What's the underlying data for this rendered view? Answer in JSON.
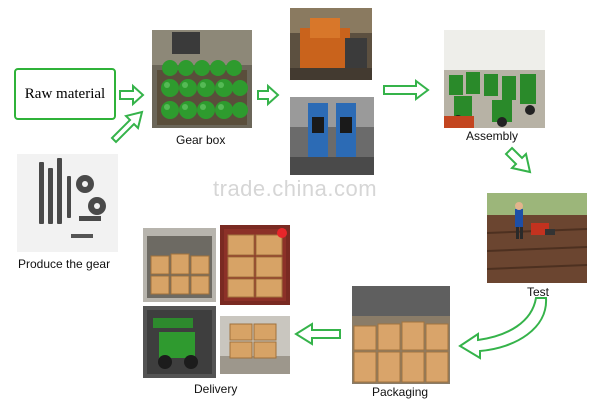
{
  "steps": {
    "raw_material": "Raw material",
    "gear_box": "Gear box",
    "assembly": "Assembly",
    "produce_gear": "Produce the gear",
    "test": "Test",
    "packaging": "Packaging",
    "delivery": "Delivery"
  },
  "watermark": "trade.china.com",
  "colors": {
    "arrow_green": "#35b34a",
    "box_border": "#2fb239"
  }
}
